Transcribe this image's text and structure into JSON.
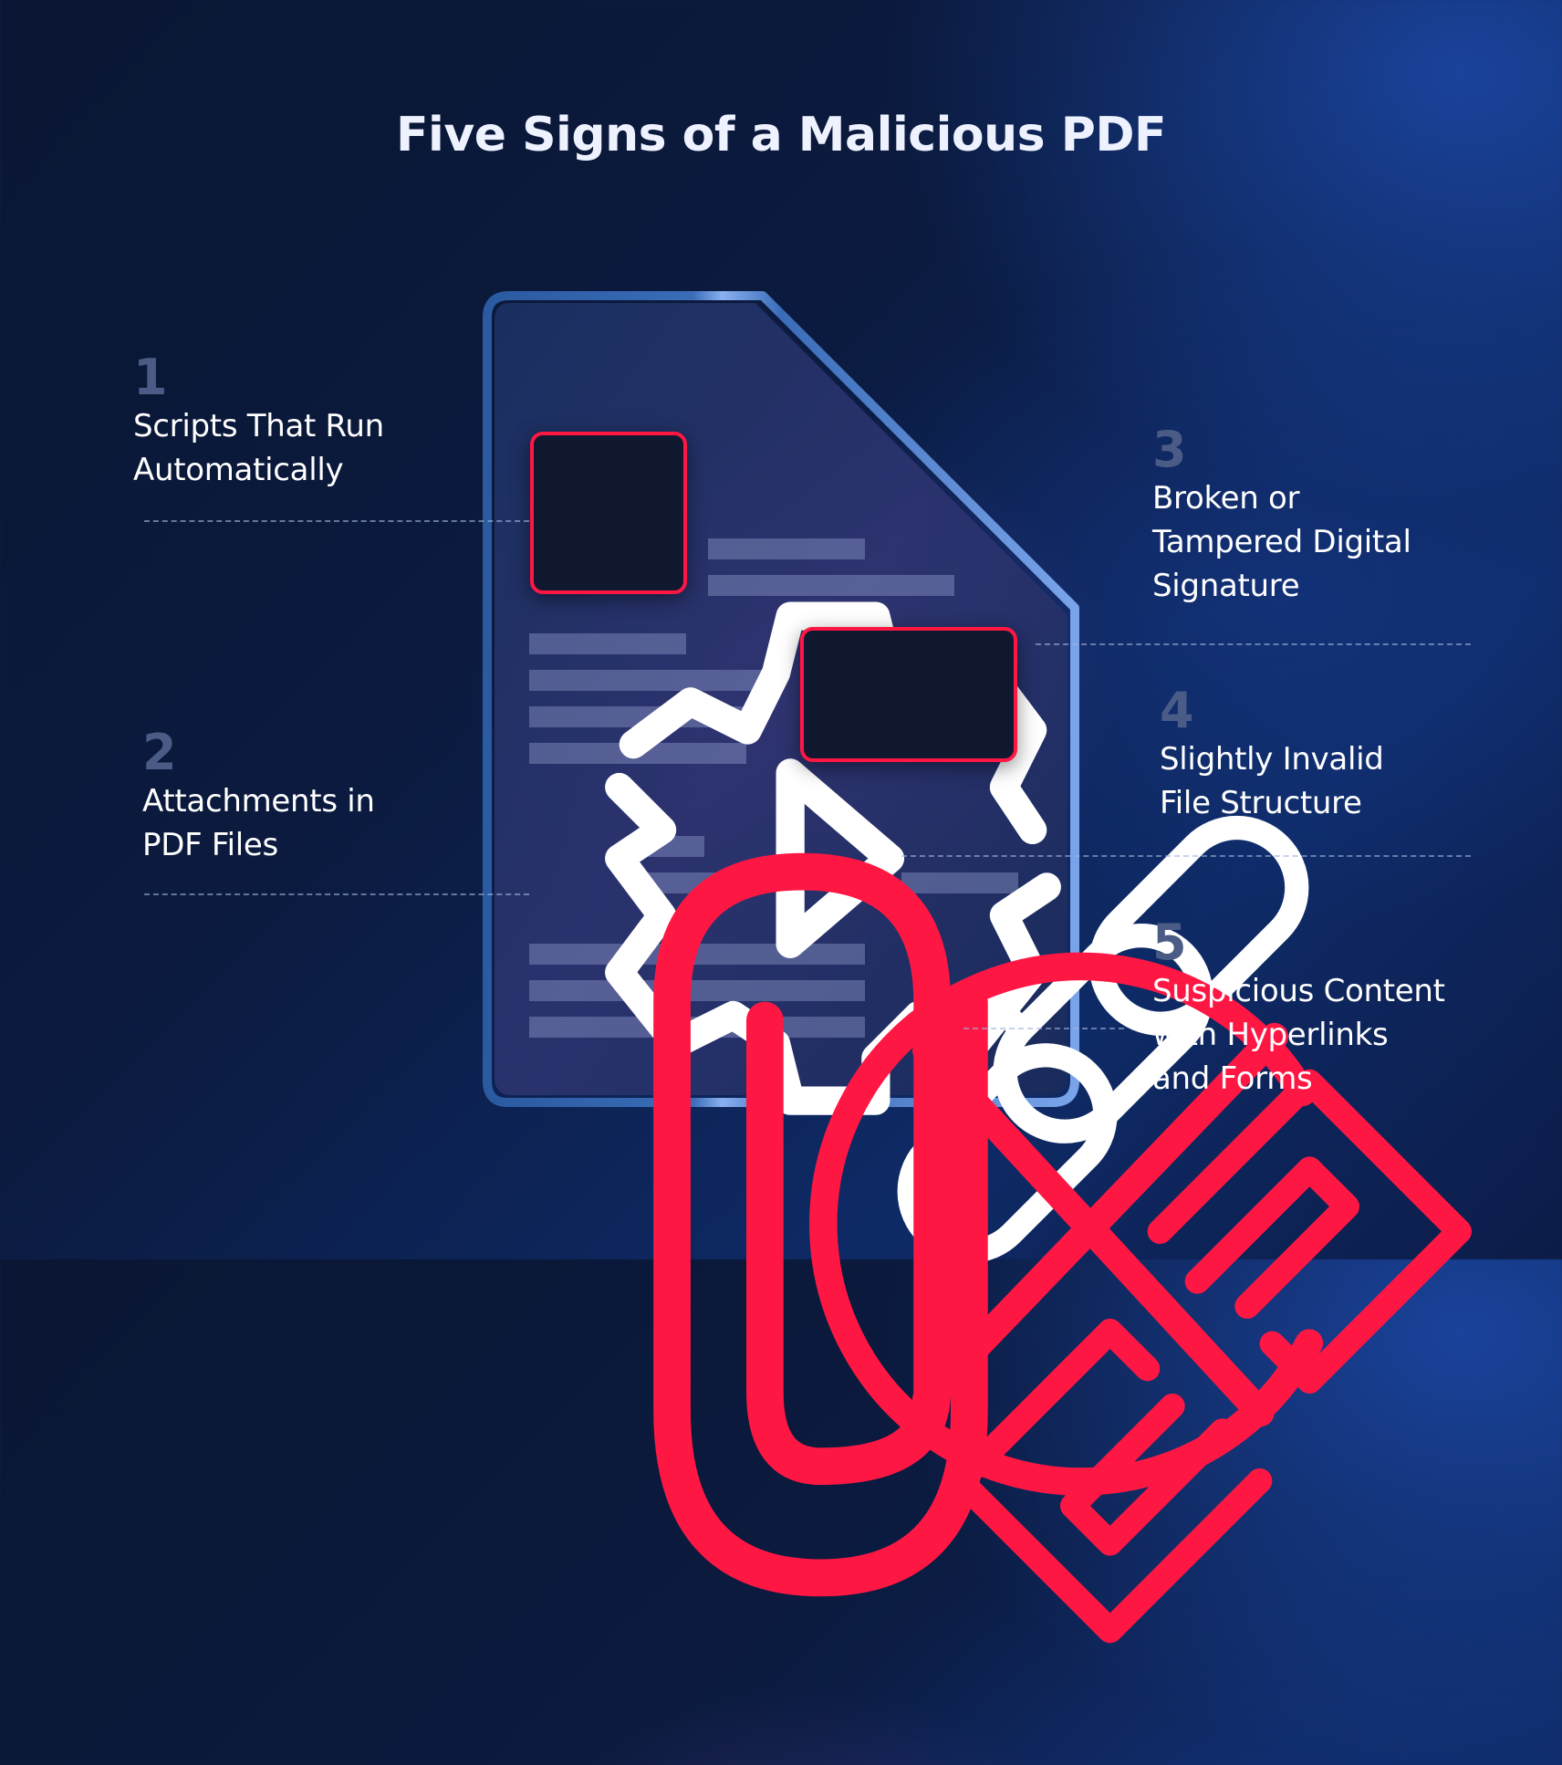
{
  "title": "Five Signs of a Malicious PDF",
  "colors": {
    "accent_red": "#ff1744",
    "number_gray": "#4a5c86",
    "icon_box_bg": "#101830",
    "text": "#ffffff"
  },
  "signs": [
    {
      "number": "1",
      "label": "Scripts That Run\nAutomatically",
      "icon": "gear-play-icon"
    },
    {
      "number": "2",
      "label": "Attachments in\nPDF Files",
      "icon": "paperclip-icon"
    },
    {
      "number": "3",
      "label": "Broken or\nTampered Digital\nSignature",
      "icon": "broken-chain-icon"
    },
    {
      "number": "4",
      "label": "Slightly Invalid\nFile Structure",
      "icon": "x-circle-icon"
    },
    {
      "number": "5",
      "label": "Suspicious Content\nwith Hyperlinks\nand Forms",
      "icon": "link-icon"
    }
  ]
}
